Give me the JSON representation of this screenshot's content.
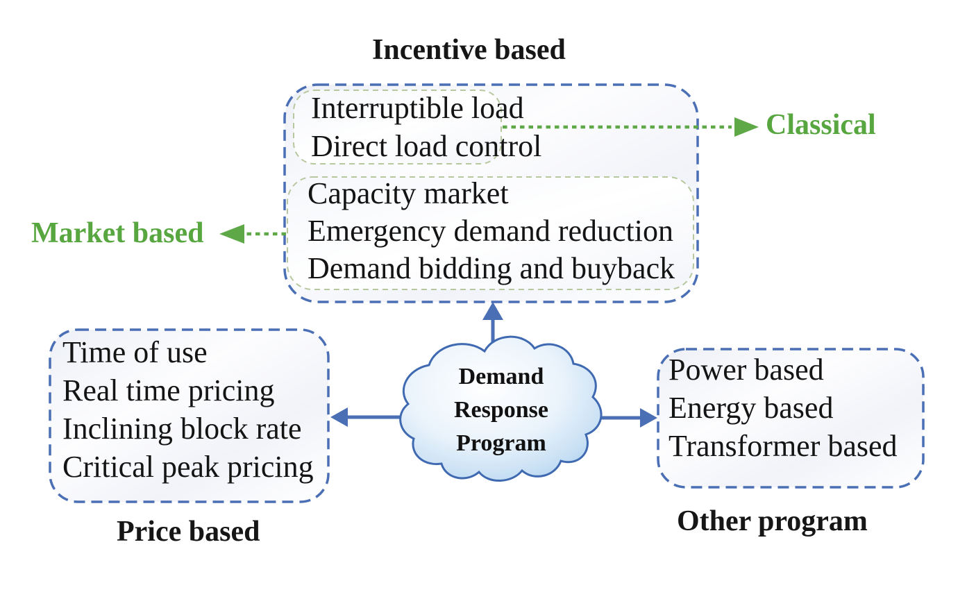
{
  "diagram": {
    "incentive": {
      "label": "Incentive based",
      "classical_group": [
        "Interruptible load",
        "Direct load control"
      ],
      "market_group": [
        "Capacity market",
        "Emergency demand reduction",
        "Demand bidding and buyback"
      ]
    },
    "classical_label": "Classical",
    "market_based_label": "Market based",
    "price": {
      "label": "Price based",
      "items": [
        "Time of use",
        "Real time pricing",
        "Inclining block rate",
        "Critical peak pricing"
      ]
    },
    "other": {
      "label": "Other program",
      "items": [
        "Power based",
        "Energy based",
        "Transformer based"
      ]
    },
    "cloud": [
      "Demand",
      "Response",
      "Program"
    ],
    "colors": {
      "blue_accent": "#4a6fb5",
      "green_accent": "#57a63f",
      "green_inner_border": "#b7c79e",
      "cloud_fill_edge": "#a5cbeb",
      "text": "#141414"
    }
  }
}
